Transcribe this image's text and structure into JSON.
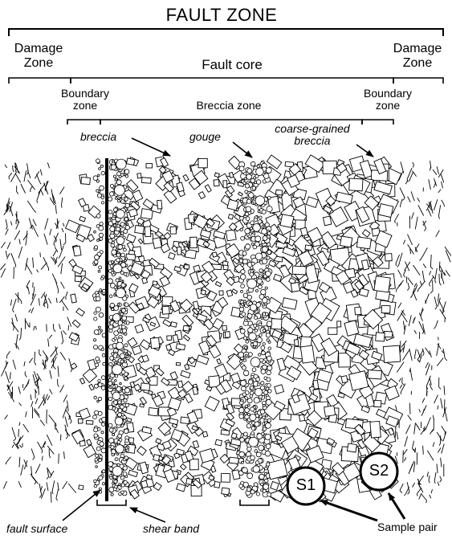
{
  "title": "FAULT  ZONE",
  "zones": {
    "damage_left": [
      "Damage",
      "Zone"
    ],
    "fault_core": "Fault  core",
    "damage_right": [
      "Damage",
      "Zone"
    ],
    "boundary_left": [
      "Boundary",
      "zone"
    ],
    "breccia_zone": "Breccia zone",
    "boundary_right": [
      "Boundary",
      "zone"
    ]
  },
  "annotations": {
    "breccia": "breccia",
    "gouge": "gouge",
    "coarse_breccia": [
      "coarse-grained",
      "breccia"
    ],
    "fault_surface": "fault surface",
    "shear_band": "shear band",
    "sample_pair": "Sample pair"
  },
  "samples": [
    "S1",
    "S2"
  ]
}
